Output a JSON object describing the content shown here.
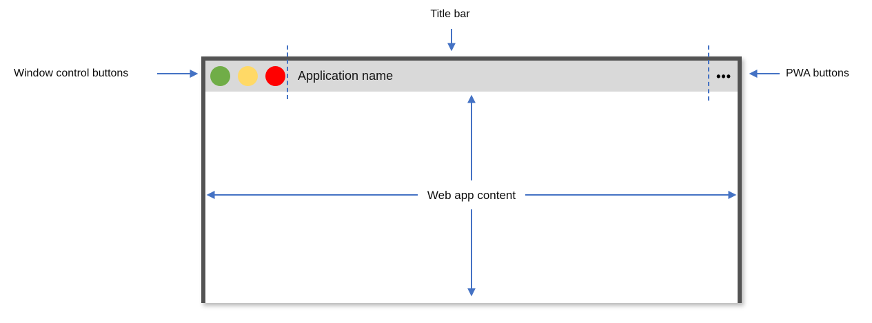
{
  "annotations": {
    "title_bar_label": "Title bar",
    "window_controls_label": "Window control buttons",
    "pwa_buttons_label": "PWA buttons",
    "web_app_content_label": "Web app content"
  },
  "window": {
    "title": "Application name",
    "control_buttons": [
      {
        "name": "green-button",
        "color": "#70AD47"
      },
      {
        "name": "yellow-button",
        "color": "#FFD966"
      },
      {
        "name": "red-button",
        "color": "#FF0000"
      }
    ],
    "pwa_menu_icon": "•••"
  },
  "colors": {
    "arrow": "#4472C4",
    "window_border": "#535353",
    "title_bar_bg": "#D9D9D9",
    "content_bg": "#FFFFFF",
    "label_text": "#000000"
  }
}
